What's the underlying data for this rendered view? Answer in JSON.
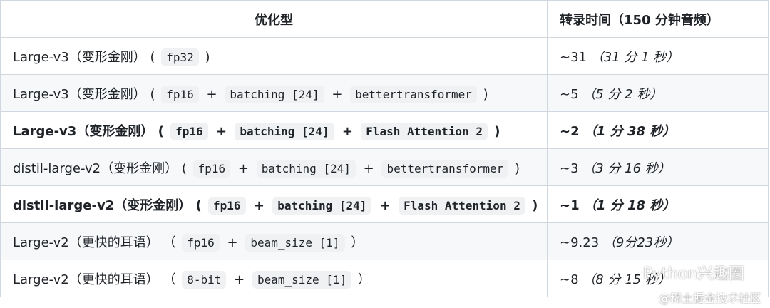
{
  "header": {
    "col1": "优化型",
    "col2": "转录时间（150 分钟音频）"
  },
  "rows": [
    {
      "name": "Large-v3（变形金刚）",
      "open": "(",
      "close": ")",
      "tags": [
        "fp32"
      ],
      "time": "~31",
      "detail": "（31 分 1 秒）"
    },
    {
      "name": "Large-v3（变形金刚）",
      "open": "(",
      "close": ")",
      "tags": [
        "fp16",
        "batching [24]",
        "bettertransformer"
      ],
      "time": "~5",
      "detail": "（5 分 2 秒）"
    },
    {
      "name": "Large-v3（变形金刚）",
      "open": "(",
      "close": ")",
      "tags": [
        "fp16",
        "batching [24]",
        "Flash Attention 2"
      ],
      "time": "~2",
      "detail": "（1 分 38 秒）"
    },
    {
      "name": "distil-large-v2（变形金刚）",
      "open": "(",
      "close": ")",
      "tags": [
        "fp16",
        "batching [24]",
        "bettertransformer"
      ],
      "time": "~3",
      "detail": "（3 分 16 秒）"
    },
    {
      "name": "distil-large-v2（变形金刚）",
      "open": "(",
      "close": ")",
      "tags": [
        "fp16",
        "batching [24]",
        "Flash Attention 2"
      ],
      "time": "~1",
      "detail": "（1 分 18 秒）"
    },
    {
      "name": "Large-v2（更快的耳语）",
      "open": "（",
      "close": "）",
      "tags": [
        "fp16",
        "beam_size [1]"
      ],
      "time": "~9.23",
      "detail": "（9分23秒）"
    },
    {
      "name": "Large-v2（更快的耳语）",
      "open": "（",
      "close": "）",
      "tags": [
        "8-bit",
        "beam_size [1]"
      ],
      "time": "~8",
      "detail": "（8 分 15 秒）"
    }
  ],
  "separator": "+",
  "watermark": {
    "text": "Python兴趣圈",
    "footer": "@稀土掘金技术社区"
  }
}
